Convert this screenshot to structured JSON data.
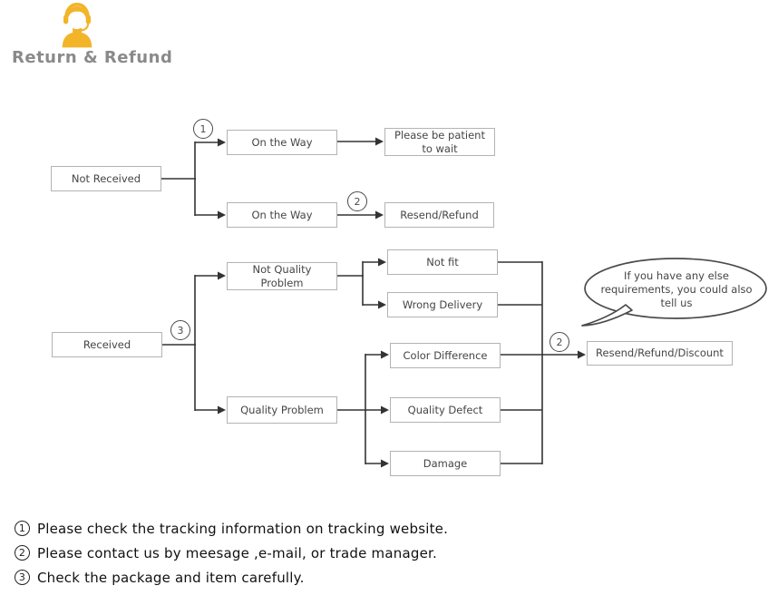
{
  "header": {
    "title": "Return & Refund",
    "icon": "customer-service-agent"
  },
  "flowchart": {
    "nodes": {
      "not_received": "Not Received",
      "on_the_way_1": "On the Way",
      "please_be_patient": "Please be patient to wait",
      "on_the_way_2": "On the Way",
      "resend_refund": "Resend/Refund",
      "not_quality_problem": "Not Quality Problem",
      "not_fit": "Not fit",
      "wrong_delivery": "Wrong Delivery",
      "received": "Received",
      "color_difference": "Color Difference",
      "quality_problem": "Quality Problem",
      "quality_defect": "Quality Defect",
      "damage": "Damage",
      "resend_refund_discount": "Resend/Refund/Discount"
    },
    "markers": {
      "step1": "1",
      "step2a": "2",
      "step3": "3",
      "step2b": "2"
    },
    "callout": "If you have any else requirements, you could also tell us"
  },
  "notes": [
    {
      "num": "1",
      "text": "Please check the tracking information on tracking website."
    },
    {
      "num": "2",
      "text": "Please contact us by meesage ,e-mail, or trade manager."
    },
    {
      "num": "3",
      "text": "Check the package and item carefully."
    }
  ],
  "colors": {
    "accent": "#F2B428",
    "title_gray": "#8a8a8a",
    "box_border": "#b3b3b3",
    "wire": "#333333"
  }
}
